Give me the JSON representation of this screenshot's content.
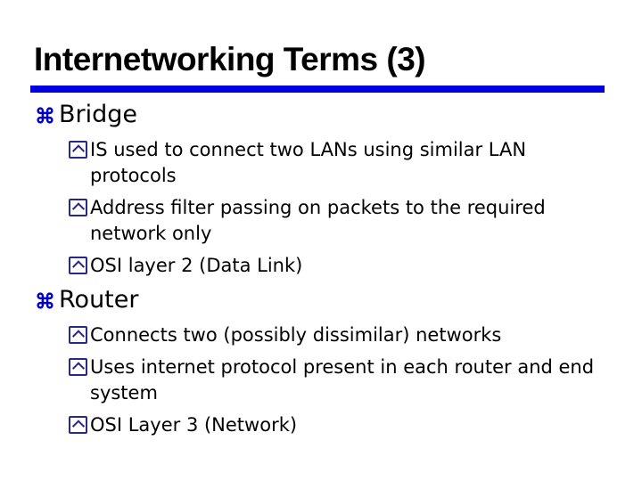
{
  "slide": {
    "title": "Internetworking Terms (3)",
    "colors": {
      "background": "#FFFFFF",
      "title_text": "#000000",
      "underline_rule": "#0101DF",
      "heading_bullet": "#0000CC",
      "sub_bullet": "#28288C",
      "body_text": "#000000"
    },
    "icons": {
      "heading_bullet": "command-icon",
      "sub_bullet": "box-chevron-up-icon"
    },
    "sections": [
      {
        "heading": "Bridge",
        "items": [
          "IS used to connect two LANs using similar LAN\nprotocols",
          "Address filter passing on packets to the required\nnetwork only",
          "OSI layer 2 (Data Link)"
        ]
      },
      {
        "heading": "Router",
        "items": [
          "Connects two (possibly dissimilar) networks",
          "Uses internet protocol present in each router and end\nsystem",
          "OSI Layer 3 (Network)"
        ]
      }
    ]
  }
}
